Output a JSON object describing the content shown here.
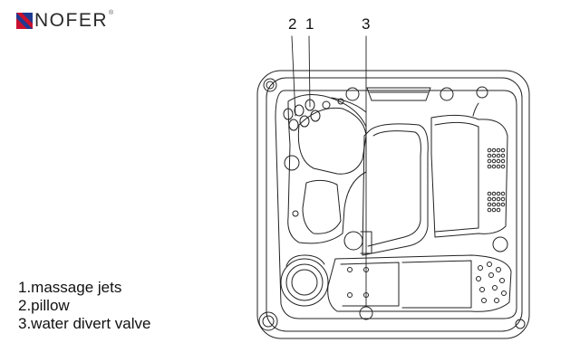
{
  "brand": {
    "name": "NOFER",
    "registered_mark": "®",
    "logo_colors": [
      "#c8102e",
      "#1f3a93"
    ]
  },
  "callouts": [
    {
      "number": "2",
      "target": "pillow"
    },
    {
      "number": "1",
      "target": "massage jets"
    },
    {
      "number": "3",
      "target": "water divert valve"
    }
  ],
  "legend": [
    {
      "text": "1.massage jets"
    },
    {
      "text": "2.pillow"
    },
    {
      "text": "3.water divert valve"
    }
  ],
  "line_color": "#222222"
}
